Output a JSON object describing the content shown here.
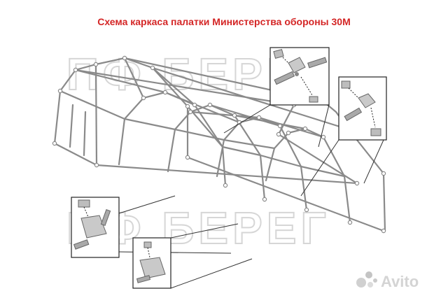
{
  "title": "Схема каркаса палатки Министерства обороны 30М",
  "watermark": {
    "text": "ПФ БЕРЕГ"
  },
  "logo": {
    "text": "Avito"
  },
  "colors": {
    "title": "#d42626",
    "frame": "#8a8a8a",
    "watermark": "#d6d6d6"
  }
}
